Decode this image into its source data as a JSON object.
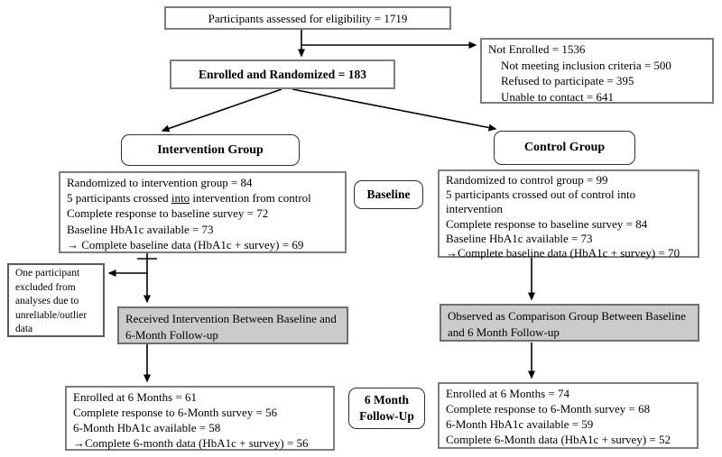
{
  "flowchart": {
    "eligibility": {
      "text": "Participants assessed for eligibility = 1719"
    },
    "enrolled": {
      "text": "Enrolled and Randomized = 183"
    },
    "not_enrolled": {
      "lines": [
        "Not Enrolled = 1536",
        "Not meeting inclusion criteria = 500",
        "Refused to participate = 395",
        "Unable to contact = 641"
      ]
    },
    "intervention_group": {
      "label": "Intervention Group"
    },
    "control_group": {
      "label": "Control Group"
    },
    "baseline_stage": {
      "label": "Baseline"
    },
    "intervention_baseline": {
      "line1": "Randomized to intervention group = 84",
      "line2_pre": "5 participants crossed ",
      "line2_underlined": "into",
      "line2_post": " intervention from control",
      "line3": "Complete response to baseline survey = 72",
      "line4": "Baseline HbA1c available = 73",
      "line5": "→ Complete baseline data (HbA1c + survey) = 69"
    },
    "control_baseline": {
      "line1": "Randomized to control group = 99",
      "line2": "5 participants crossed out of control into intervention",
      "line3": "Complete response to baseline survey = 84",
      "line4": "Baseline HbA1c available = 73",
      "line5": "→Complete baseline data (HbA1c + survey) = 70"
    },
    "exclusion_note": {
      "text": "One participant excluded from analyses due to unreliable/outlier data"
    },
    "intervention_period": {
      "text": "Received Intervention Between Baseline and 6-Month Follow-up"
    },
    "control_period": {
      "text": "Observed as Comparison Group Between Baseline and 6 Month Follow-up"
    },
    "followup_stage": {
      "label_line1": "6 Month",
      "label_line2": "Follow-Up"
    },
    "intervention_followup": {
      "lines": [
        "Enrolled at 6 Months = 61",
        "Complete response to 6-Month survey = 56",
        "6-Month HbA1c available = 58",
        "→Complete 6-month data (HbA1c + survey) = 56"
      ]
    },
    "control_followup": {
      "lines": [
        "Enrolled at 6 Months = 74",
        "Complete response to 6-Month survey = 68",
        "6-Month HbA1c available = 59",
        "Complete 6-Month data (HbA1c + survey) = 52"
      ]
    }
  },
  "colors": {
    "box_border": "#7d7d7d",
    "shaded_fill": "#cbcbcb",
    "line": "#000000",
    "background": "#ffffff"
  }
}
